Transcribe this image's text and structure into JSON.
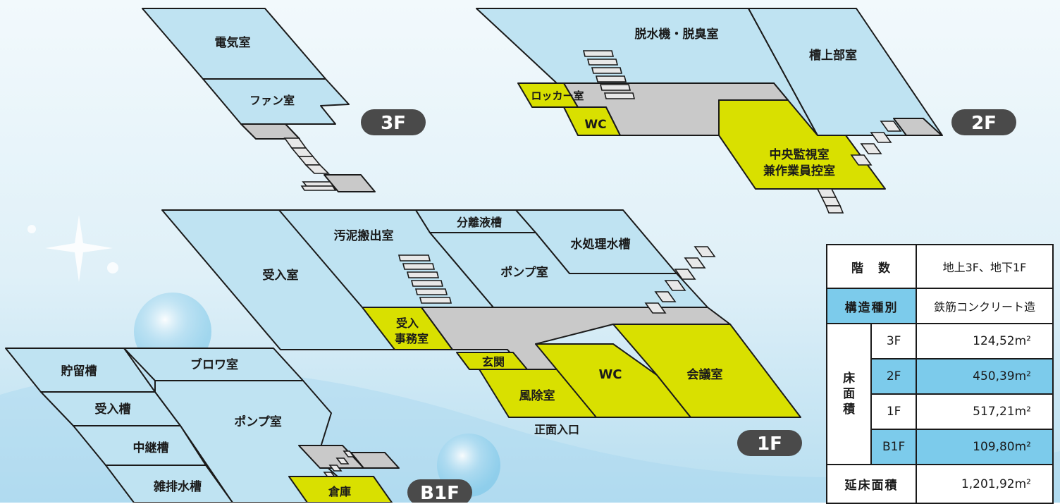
{
  "floors": {
    "f3": {
      "badge": "3F",
      "rooms": {
        "electric": "電気室",
        "fan": "ファン室"
      }
    },
    "f2": {
      "badge": "2F",
      "rooms": {
        "dehydrator": "脱水機・脱臭室",
        "tank_upper": "槽上部室",
        "locker": "ロッカー室",
        "wc": "WC",
        "control_line1": "中央監視室",
        "control_line2": "兼作業員控室"
      }
    },
    "f1": {
      "badge": "1F",
      "rooms": {
        "receiving": "受入室",
        "sludge": "汚泥搬出室",
        "separation": "分離液槽",
        "water_tank": "水処理水槽",
        "pump": "ポンプ室",
        "office_line1": "受入",
        "office_line2": "事務室",
        "entrance": "玄関",
        "windbreak": "風除室",
        "wc": "WC",
        "meeting": "会議室",
        "front_entrance": "正面入口"
      }
    },
    "b1": {
      "badge": "B1F",
      "rooms": {
        "storage_tank": "貯留槽",
        "blower": "ブロワ室",
        "receiving_tank": "受入槽",
        "pump": "ポンプ室",
        "relay_tank": "中継槽",
        "drain_tank": "雑排水槽",
        "warehouse": "倉庫"
      }
    }
  },
  "table": {
    "floors_label": "階　数",
    "floors_value": "地上3F、地下1F",
    "structure_label": "構造種別",
    "structure_value": "鉄筋コンクリート造",
    "area_label_chars": [
      "床",
      "面",
      "積"
    ],
    "areas": [
      {
        "floor": "3F",
        "value": "124,52m²"
      },
      {
        "floor": "2F",
        "value": "450,39m²"
      },
      {
        "floor": "1F",
        "value": "517,21m²"
      },
      {
        "floor": "B1F",
        "value": "109,80m²"
      }
    ],
    "total_label": "延床面積",
    "total_value": "1,201,92m²"
  },
  "colors": {
    "room_blue": "#bfe3f2",
    "room_yellow": "#d9e000",
    "corridor_gray": "#c9c9c9",
    "badge": "#4a4a4a",
    "table_highlight": "#7ccbeb"
  }
}
